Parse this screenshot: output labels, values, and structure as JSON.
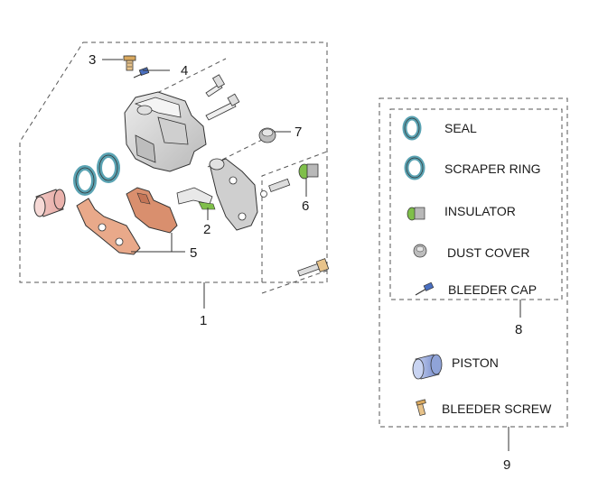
{
  "callouts": {
    "c1": "1",
    "c2": "2",
    "c3": "3",
    "c4": "4",
    "c5": "5",
    "c6": "6",
    "c7": "7",
    "c8": "8",
    "c9": "9"
  },
  "kit_legend": {
    "items": [
      {
        "label": "SEAL",
        "icon": "seal-icon"
      },
      {
        "label": "SCRAPER RING",
        "icon": "scraper-ring-icon"
      },
      {
        "label": "INSULATOR",
        "icon": "insulator-icon"
      },
      {
        "label": "DUST COVER",
        "icon": "dust-cover-icon"
      },
      {
        "label": "BLEEDER CAP",
        "icon": "bleeder-cap-icon"
      }
    ]
  },
  "outer_legend": {
    "items": [
      {
        "label": "PISTON",
        "icon": "piston-icon"
      },
      {
        "label": "BLEEDER SCREW",
        "icon": "bleeder-screw-icon"
      }
    ]
  },
  "colors": {
    "seal": "#5aa3b3",
    "piston": "#8fa3d8",
    "pad": "#d98f6e",
    "insulator": "#7fbf4a",
    "bleeder_cap": "#4a6fc0",
    "body": "#d8d8d8"
  }
}
